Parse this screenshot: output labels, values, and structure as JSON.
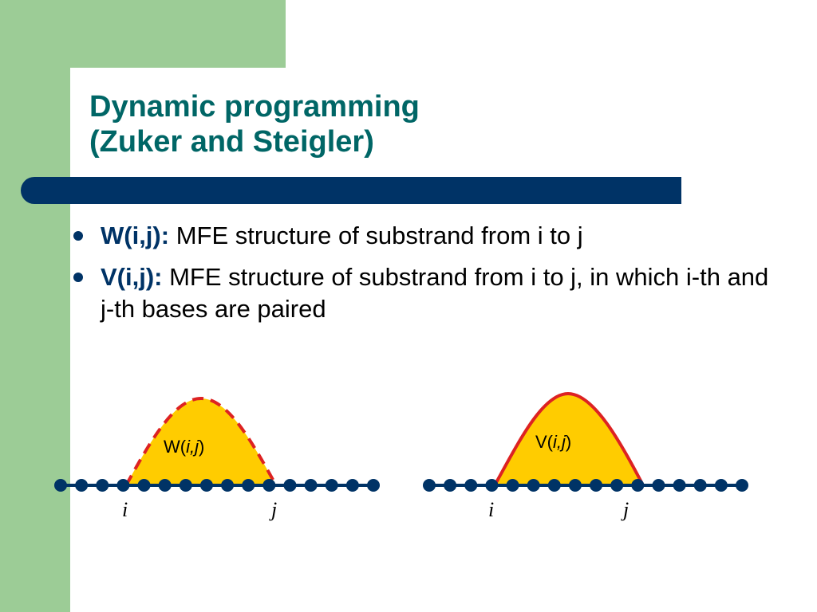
{
  "slide": {
    "title_line1": "Dynamic programming",
    "title_line2": "(Zuker and Steigler)",
    "bullets": [
      {
        "term": "W(i,j):",
        "text": " MFE structure of substrand from i to j"
      },
      {
        "term": "V(i,j):",
        "text": " MFE structure of substrand from i to j, in which i-th and j-th bases are paired"
      }
    ]
  },
  "figures": {
    "left": {
      "label_prefix": "W(",
      "label_var": "i,j",
      "label_suffix": ")",
      "i_label": "i",
      "j_label": "j",
      "base_count": 16,
      "outline": "dashed"
    },
    "right": {
      "label_prefix": "V(",
      "label_var": "i,j",
      "label_suffix": ")",
      "i_label": "i",
      "j_label": "j",
      "base_count": 16,
      "outline": "solid"
    }
  },
  "colors": {
    "green": "#9ccc96",
    "title": "#006666",
    "navy": "#003366",
    "fill": "#ffcc00",
    "outline": "#dd2222"
  }
}
